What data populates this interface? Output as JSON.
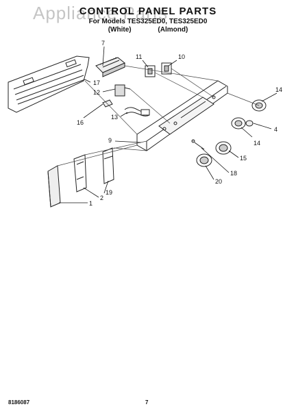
{
  "header": {
    "title": "CONTROL PANEL PARTS",
    "models": "For Models TES325ED0, TES325ED0",
    "variants": [
      "(White)",
      "(Almond)"
    ],
    "watermark": "Appliance Parts"
  },
  "callouts": [
    "1",
    "2",
    "4",
    "7",
    "9",
    "10",
    "11",
    "12",
    "13",
    "14",
    "14",
    "15",
    "16",
    "17",
    "18",
    "19",
    "20"
  ],
  "footer": {
    "part_number": "8186087",
    "page_number": "7"
  }
}
